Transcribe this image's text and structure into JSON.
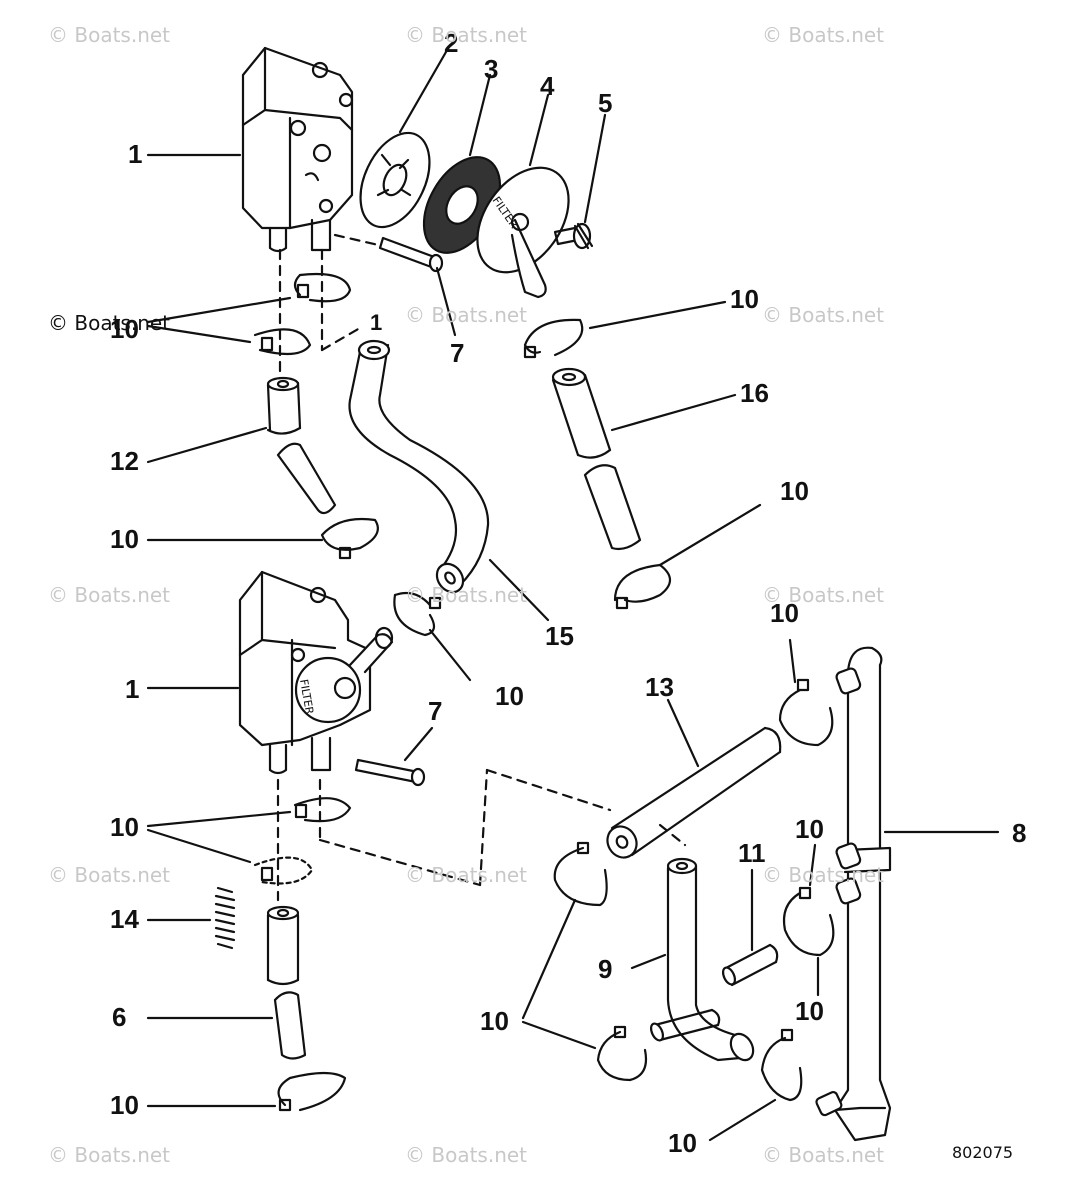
{
  "watermark": "© Boats.net",
  "figure_number": "802075",
  "callouts": {
    "c1_top": "1",
    "c1_mid": "1",
    "c1_dash": "1",
    "c2": "2",
    "c3": "3",
    "c4": "4",
    "c5": "5",
    "c6": "6",
    "c7_top": "7",
    "c7_mid": "7",
    "c8": "8",
    "c9": "9",
    "c10_a": "10",
    "c10_b": "10",
    "c10_c": "10",
    "c10_d": "10",
    "c10_e": "10",
    "c10_f": "10",
    "c10_g": "10",
    "c10_h": "10",
    "c10_i": "10",
    "c10_j": "10",
    "c10_k": "10",
    "c10_l": "10",
    "c11": "11",
    "c12": "12",
    "c13": "13",
    "c14": "14",
    "c15": "15",
    "c16": "16"
  },
  "embossed_text": "FILTER"
}
